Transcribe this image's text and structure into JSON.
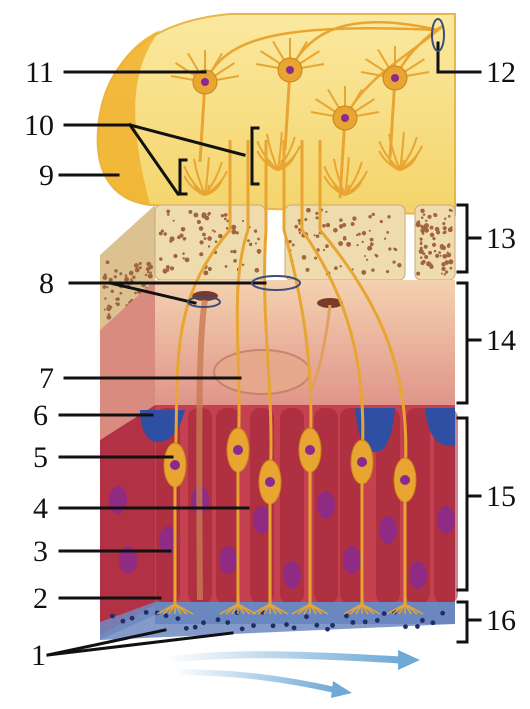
{
  "figure": {
    "subject": "olfactory epithelium and olfactory bulb",
    "colors": {
      "bulb": "#f6d66a",
      "bulb_edge": "#e9a92a",
      "neuron": "#e8a531",
      "bone": "#efdcae",
      "lamina": "#e8a892",
      "epithelium": "#c23b4f",
      "supporting_cell": "#9d2236",
      "basal_nuclei": "#8a2a8f",
      "supporting_blue": "#2e4fa3",
      "mucus": "#5b79b8",
      "airflow": "#9cc7e6"
    }
  },
  "labels": {
    "left": [
      "11",
      "10",
      "9",
      "8",
      "7",
      "6",
      "5",
      "4",
      "3",
      "2",
      "1"
    ],
    "right": [
      "12",
      "13",
      "14",
      "15",
      "16"
    ]
  }
}
